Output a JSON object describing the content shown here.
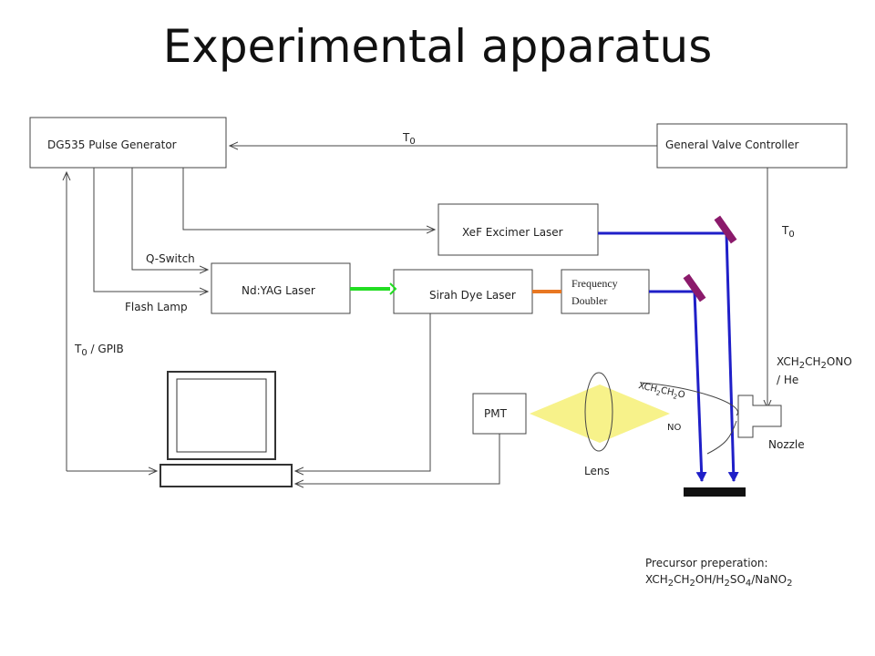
{
  "title": "Experimental apparatus",
  "boxes": {
    "pulse_generator": "DG535 Pulse Generator",
    "valve_controller": "General Valve Controller",
    "excimer": "XeF Excimer Laser",
    "ndyag": "Nd:YAG Laser",
    "dye": "Sirah Dye Laser",
    "doubler_line1": "Frequency",
    "doubler_line2": "Doubler",
    "pmt": "PMT"
  },
  "labels": {
    "t0_top": "T",
    "t0_top_sub": "0",
    "t0_right": "T",
    "t0_right_sub": "0",
    "qswitch": "Q-Switch",
    "flashlamp": "Flash Lamp",
    "t0_gpib_a": "T",
    "t0_gpib_sub": "0",
    "t0_gpib_b": " / GPIB",
    "lens": "Lens",
    "nozzle": "Nozzle",
    "no": "NO",
    "radical_a": "XCH",
    "radical_s1": "2",
    "radical_b": "CH",
    "radical_s2": "2",
    "radical_c": "O",
    "sample_a": "XCH",
    "sample_s1": "2",
    "sample_b": "CH",
    "sample_s2": "2",
    "sample_c": "ONO",
    "sample_line2": "/  He",
    "precursor_title": "Precursor preperation:",
    "prec_a": "XCH",
    "prec_s1": "2",
    "prec_b": "CH",
    "prec_s2": "2",
    "prec_c": "OH/H",
    "prec_s3": "2",
    "prec_d": "SO",
    "prec_s4": "4",
    "prec_e": "/NaNO",
    "prec_s5": "2"
  },
  "colors": {
    "uv_beam": "#1f1fc8",
    "green_beam": "#22dd22",
    "orange_beam": "#e87722",
    "mirror": "#8b1a6b",
    "fluorescence": "#f7f28a"
  }
}
